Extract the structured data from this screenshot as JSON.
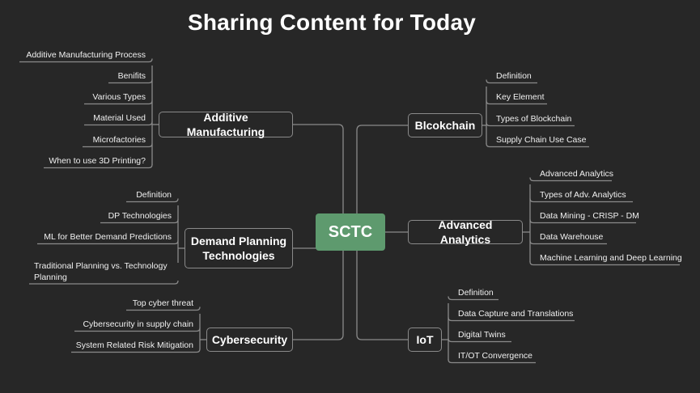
{
  "title": "Sharing Content for Today",
  "root": "SCTC",
  "colors": {
    "background": "#272727",
    "root_fill": "#5e9a6e",
    "line": "#8a8a8a",
    "text": "#f2f2f2"
  },
  "branches": [
    {
      "id": "am",
      "side": "left",
      "label": "Additive Manufacturing",
      "children": [
        "Additive Manufacturing Process",
        "Benifits",
        "Various Types",
        "Material Used",
        "Microfactories",
        "When  to use 3D Printing?"
      ]
    },
    {
      "id": "dp",
      "side": "left",
      "label": "Demand Planning\nTechnologies",
      "children": [
        "Definition",
        "DP Technologies",
        "ML for Better Demand Predictions",
        "Traditional Planning vs. Technology Planning"
      ]
    },
    {
      "id": "cs",
      "side": "left",
      "label": "Cybersecurity",
      "children": [
        "Top cyber threat",
        "Cybersecurity in supply chain",
        "System Related Risk Mitigation"
      ]
    },
    {
      "id": "bc",
      "side": "right",
      "label": "Blcokchain",
      "children": [
        "Definition",
        "Key Element",
        "Types of Blockchain",
        "Supply Chain Use Case"
      ]
    },
    {
      "id": "aa",
      "side": "right",
      "label": "Advanced Analytics",
      "children": [
        "Advanced Analytics",
        "Types of Adv. Analytics",
        "Data Mining - CRISP - DM",
        "Data Warehouse",
        "Machine Learning and Deep Learning"
      ]
    },
    {
      "id": "iot",
      "side": "right",
      "label": "IoT",
      "children": [
        "Definition",
        "Data Capture and Translations",
        "Digital Twins",
        "IT/OT Convergence"
      ]
    }
  ]
}
